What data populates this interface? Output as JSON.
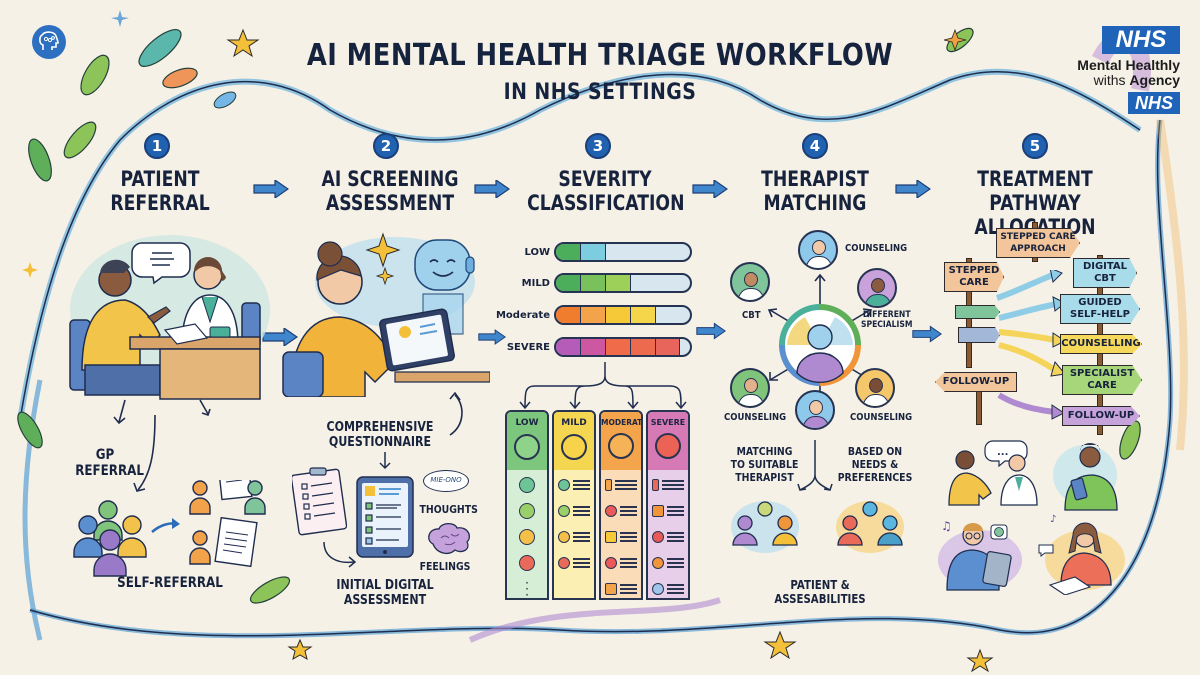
{
  "header": {
    "title_line1": "AI MENTAL HEALTH TRIAGE WORKFLOW",
    "title_line2": "IN NHS SETTINGS",
    "corner_icon": "head-brain-icon"
  },
  "branding": {
    "logo_top": "NHS",
    "org_line1": "Mental Healthly",
    "org_line2_prefix": "withs",
    "org_line2_bold": "Agency",
    "logo_bottom": "NHS",
    "brand_color": "#1f64b8"
  },
  "steps": [
    {
      "number": "1",
      "label_line1": "PATIENT",
      "label_line2": "REFERRAL"
    },
    {
      "number": "2",
      "label_line1": "AI SCREENING",
      "label_line2": "ASSESSMENT"
    },
    {
      "number": "3",
      "label_line1": "SEVERITY",
      "label_line2": "CLASSIFICATION"
    },
    {
      "number": "4",
      "label_line1": "THERAPIST",
      "label_line2": "MATCHING"
    },
    {
      "number": "5",
      "label_line1": "TREATMENT",
      "label_line2": "PATHWAY ALLOCATION"
    }
  ],
  "referral": {
    "gp_line1": "GP",
    "gp_line2": "REFERRAL",
    "self": "SELF-REFERRAL"
  },
  "screening": {
    "questionnaire_line1": "COMPREHENSIVE",
    "questionnaire_line2": "QUESTIONNAIRE",
    "bubble_text": "MIE-ONO",
    "thoughts": "THOUGHTS",
    "feelings": "FEELINGS",
    "initial_line1": "INITIAL DIGITAL",
    "initial_line2": "ASSESSMENT"
  },
  "severity": {
    "bars": [
      {
        "label": "LOW",
        "filled_segments": 1,
        "colors": [
          "#4cae5a",
          "#7ccde0"
        ]
      },
      {
        "label": "MILD",
        "filled_segments": 3,
        "colors": [
          "#4cae5a",
          "#79c15a",
          "#9dd058"
        ]
      },
      {
        "label": "Moderate",
        "filled_segments": 4,
        "colors": [
          "#ef7d2d",
          "#f3a34a",
          "#f5c938",
          "#f5d64a"
        ]
      },
      {
        "label": "SEVERE",
        "filled_segments": 5,
        "colors": [
          "#b45cb8",
          "#cd57a0",
          "#ef6b4a",
          "#ee6a4f",
          "#e8655b"
        ]
      }
    ],
    "columns": [
      {
        "label": "LOW",
        "head_color": "#7cc77d",
        "body_color": "#d5eed5",
        "face_color": "#8fd38a"
      },
      {
        "label": "MILD",
        "head_color": "#f4d650",
        "body_color": "#fbefb4",
        "face_color": "#f7d34a"
      },
      {
        "label": "MODERATE",
        "head_color": "#f4a44a",
        "body_color": "#fbdcb8",
        "face_color": "#f6b256"
      },
      {
        "label": "SEVERE",
        "head_color": "#d67ab6",
        "body_color": "#e8cfe9",
        "face_color": "#ec6356"
      }
    ]
  },
  "therapists": {
    "roles": [
      "CBT",
      "COUNSELING",
      "DIFFERENT SPECIALISM",
      "COUNSELING",
      "COUNSELING"
    ],
    "matching_line1": "MATCHING",
    "matching_line2": "TO SUITABLE",
    "matching_line3": "THERAPIST",
    "needs_line1": "BASED ON",
    "needs_line2": "NEEDS &",
    "needs_line3": "PREFERENCES",
    "patient_line1": "PATIENT &",
    "patient_line2": "ASSESABILITIES"
  },
  "pathway": {
    "approach_line1": "STEPPED CARE",
    "approach_line2": "APPROACH",
    "stepped_line1": "STEPPED",
    "stepped_line2": "CARE",
    "follow_up_left": "FOLLOW-UP",
    "options": [
      {
        "line1": "DIGITAL",
        "line2": "CBT",
        "color": "#a9dcea"
      },
      {
        "line1": "GUIDED",
        "line2": "SELF-HELP",
        "color": "#a9dcea"
      },
      {
        "line1": "COUNSELLING",
        "line2": "",
        "color": "#f6d85a"
      },
      {
        "line1": "SPECIALIST",
        "line2": "CARE",
        "color": "#a7d67a"
      },
      {
        "line1": "FOLLOW-UP",
        "line2": "",
        "color": "#c7a3dc"
      }
    ]
  }
}
